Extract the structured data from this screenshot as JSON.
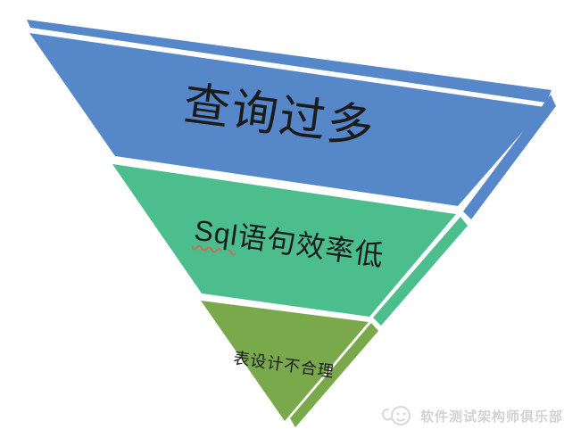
{
  "diagram": {
    "type": "inverted-pyramid-3d",
    "background_color": "#ffffff",
    "separator_color": "#ffffff",
    "label_color": "#1b1b1b",
    "levels": [
      {
        "label": "查询过多",
        "color": "#5687C8"
      },
      {
        "label": "Sql语句效率低",
        "label_latin": "Sql",
        "label_cjk": "语句效率低",
        "color": "#4CBD8D",
        "spellcheck_underline_color": "#d06a5a"
      },
      {
        "label": "表设计不合理",
        "color": "#79A94B"
      }
    ]
  },
  "watermark": {
    "text": "软件测试架构师俱乐部",
    "color": "#d2d2d2",
    "icon": "wechat-club-logo"
  }
}
